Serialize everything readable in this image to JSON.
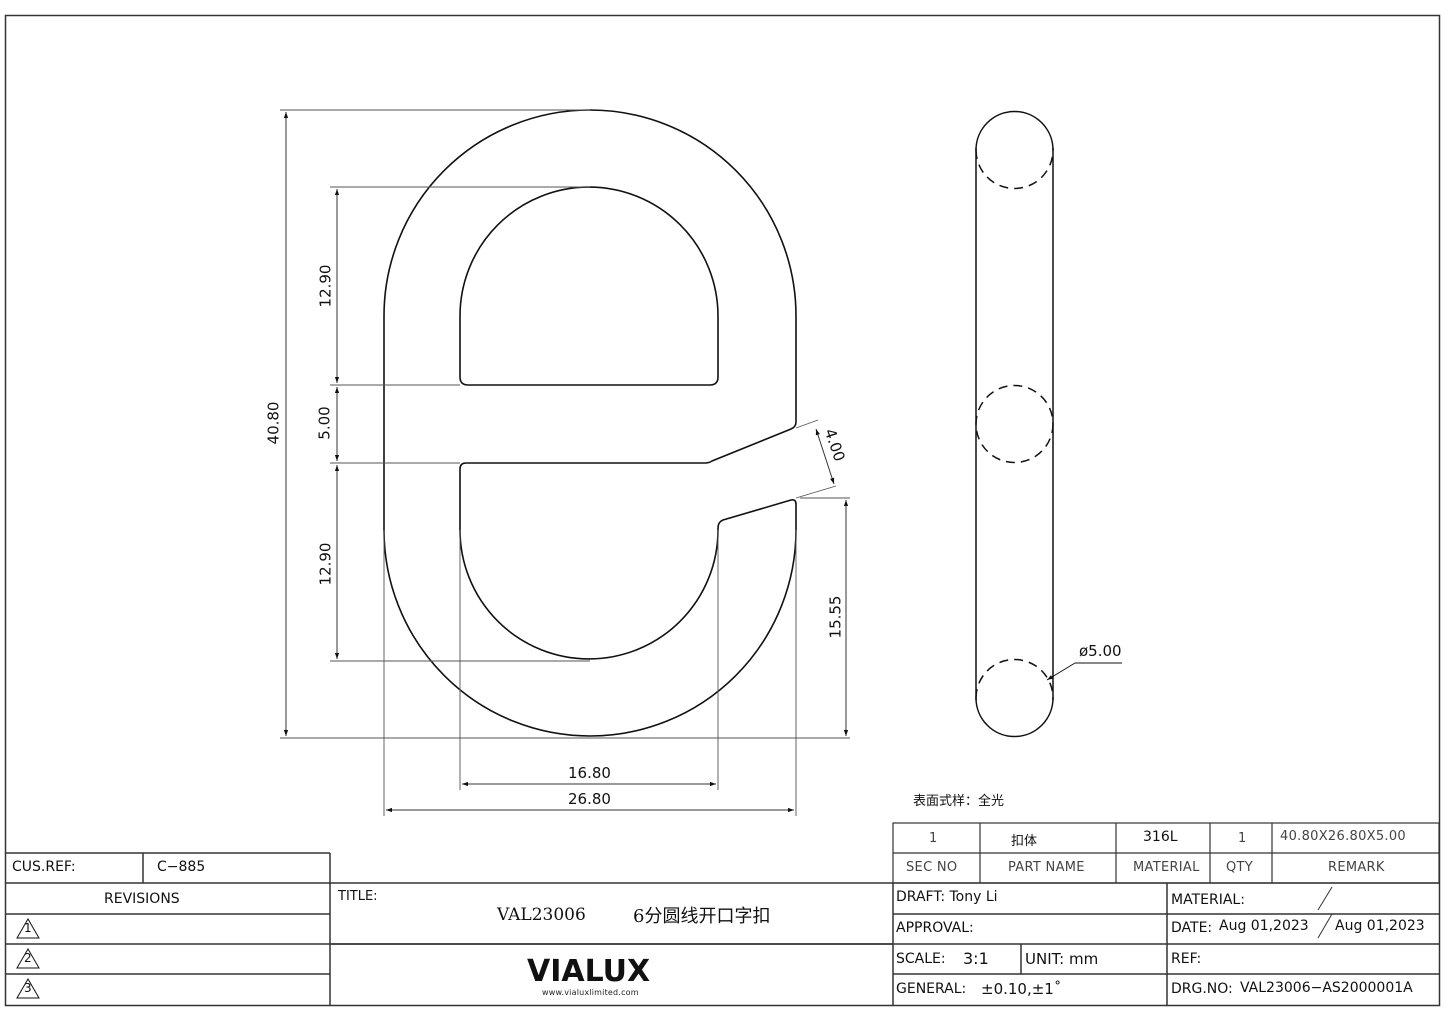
{
  "drawing": {
    "dimensions": {
      "overall_height": "40.80",
      "upper_opening_height": "12.90",
      "bar_height": "5.00",
      "lower_opening_height": "12.90",
      "slot_width": "4.00",
      "slot_to_bottom": "15.55",
      "inner_width": "16.80",
      "overall_width": "26.80",
      "wire_diameter": "ø5.00"
    },
    "surface_note": "表面式样：全光"
  },
  "parts_list": {
    "row": {
      "sec_no": "1",
      "part_name": "扣体",
      "material": "316L",
      "qty": "1",
      "remark": "40.80X26.80X5.00"
    },
    "headers": {
      "sec_no": "SEC  NO",
      "part_name": "PART  NAME",
      "material": "MATERIAL",
      "qty": "QTY",
      "remark": "REMARK"
    }
  },
  "title_block": {
    "cus_ref_label": "CUS.REF:",
    "cus_ref_value": "C−885",
    "revisions_label": "REVISIONS",
    "revisions": [
      "1",
      "2",
      "3"
    ],
    "title_label": "TITLE:",
    "title_code": "VAL23006",
    "title_name": "6分圆线开口字扣",
    "company_logo": "VIALUX",
    "company_url": "www.vialuxlimited.com",
    "draft": "DRAFT:  Tony  Li",
    "approval": "APPROVAL:",
    "scale_label": "SCALE:",
    "scale_value": "3:1",
    "unit": "UNIT:  mm",
    "general_label": "GENERAL:",
    "general_value": "±0.10,±1˚",
    "material_label": "MATERIAL:",
    "date_label": "DATE:",
    "date_1": "Aug  01,2023",
    "date_2": "Aug  01,2023",
    "ref_label": "REF:",
    "drg_no_label": "DRG.NO:",
    "drg_no_value": "VAL23006−AS2000001A"
  }
}
